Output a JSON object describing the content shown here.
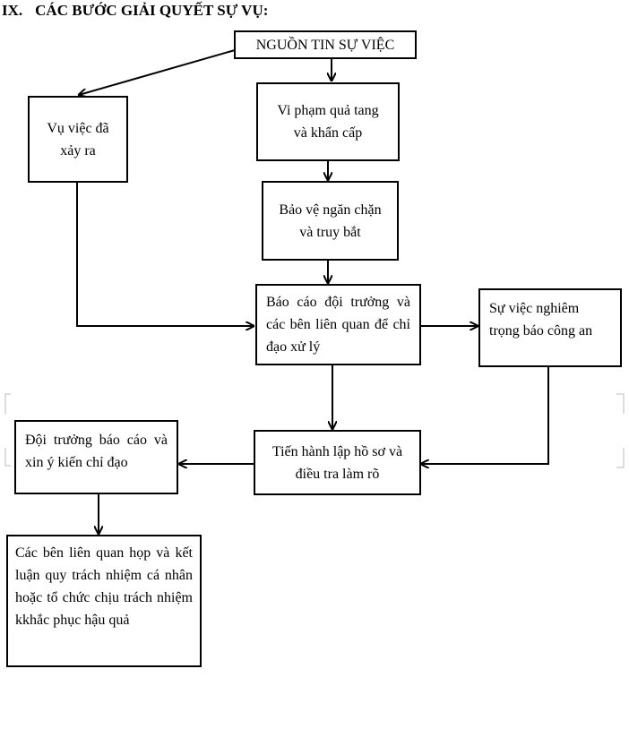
{
  "title": {
    "number": "IX.",
    "text": "CÁC BƯỚC GIẢI QUYẾT SỰ VỤ:"
  },
  "nodes": {
    "source": "NGUỒN TIN SỰ VIỆC",
    "occurred": "Vụ việc đã xảy ra",
    "flagrant": "Vi phạm quả tang và khẩn cấp",
    "protect": "Bảo vệ ngăn chặn và truy bắt",
    "report": "Báo cáo đội trưởng và các bên liên quan để chỉ đạo xử lý",
    "serious": "Sự việc nghiêm trọng báo công an",
    "investigate": "Tiến hành lập hồ sơ và điều tra làm rõ",
    "leader": "Đội trưởng báo cáo và xin ý kiến chỉ đạo",
    "conclude": "Các bên liên quan họp và kết luận quy trách nhiệm cá nhân hoặc tổ chức chịu trách nhiệm kkhắc phục hậu quả"
  }
}
